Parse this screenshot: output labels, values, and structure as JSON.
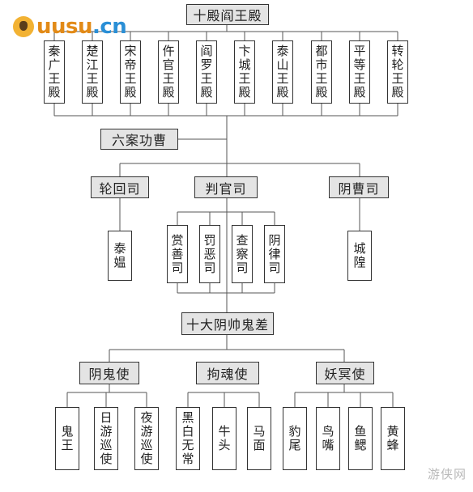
{
  "logo": {
    "text_a": "uusu",
    "text_b": ".cn"
  },
  "watermark": "游侠网",
  "root": "十殿阎王殿",
  "kings": [
    "秦广王殿",
    "楚江王殿",
    "宋帝王殿",
    "仵官王殿",
    "阎罗王殿",
    "卞城王殿",
    "泰山王殿",
    "都市王殿",
    "平等王殿",
    "转轮王殿"
  ],
  "six": "六案功曹",
  "depts": [
    "轮回司",
    "判官司",
    "阴曹司"
  ],
  "lunhui_child": "泰媪",
  "panguan_children": [
    "赏善司",
    "罚恶司",
    "查察司",
    "阴律司"
  ],
  "yincao_child": "城隍",
  "ten": "十大阴帅鬼差",
  "groups": [
    "阴鬼使",
    "拘魂使",
    "妖冥使"
  ],
  "g1_children": [
    "鬼王",
    "日游巡使",
    "夜游巡使"
  ],
  "g2_children": [
    "黑白无常",
    "牛头",
    "马面"
  ],
  "g3_children": [
    "豹尾",
    "鸟嘴",
    "鱼鳃",
    "黄蜂"
  ]
}
